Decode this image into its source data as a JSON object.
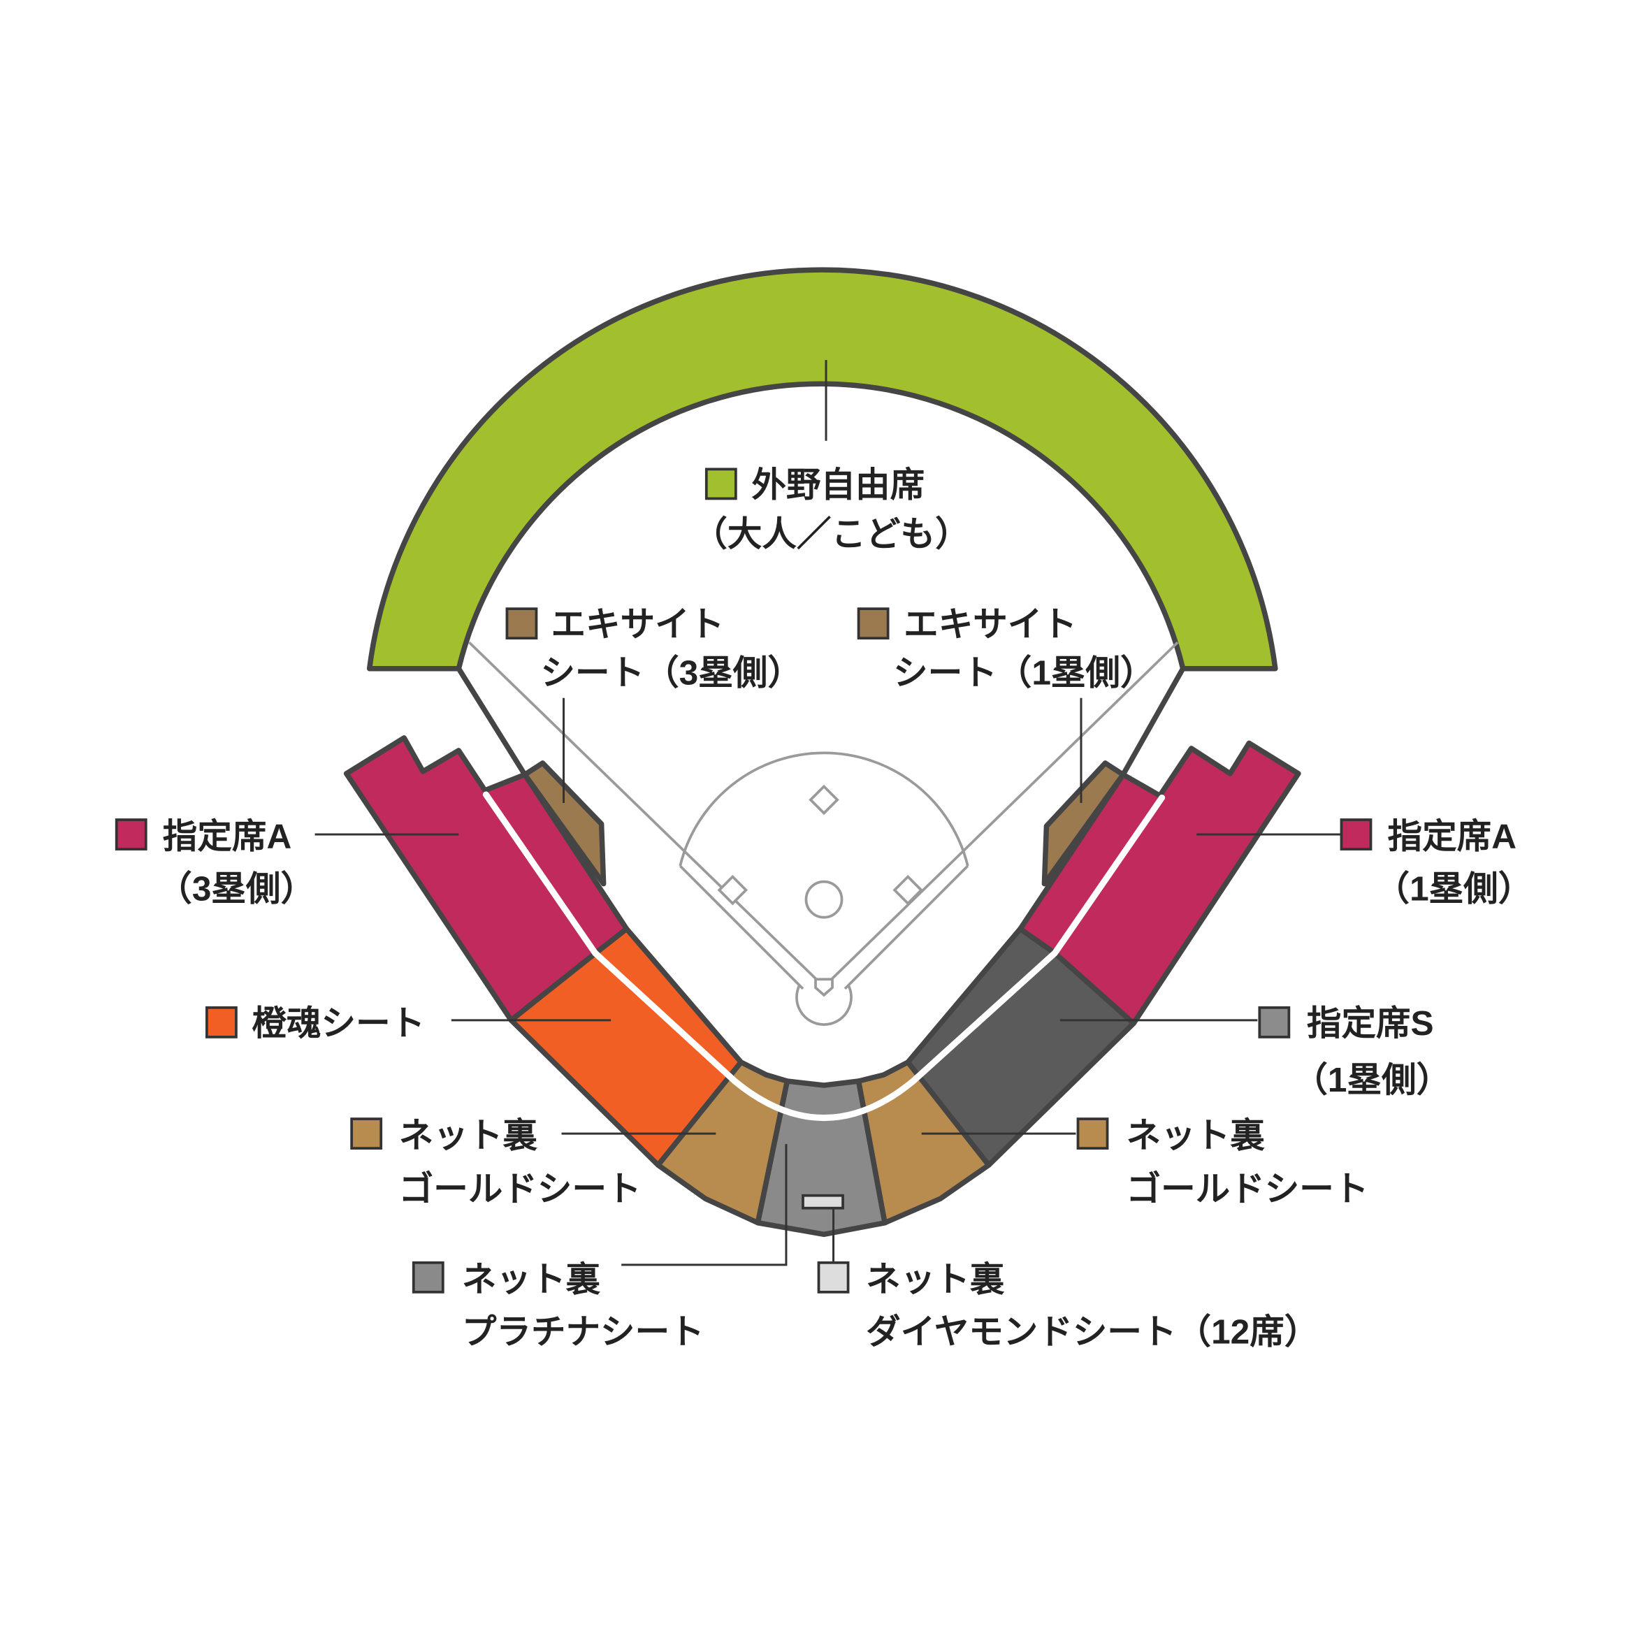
{
  "sections": {
    "outfield_free": {
      "label": "外野自由席",
      "sublabel": "（大人／こども）",
      "color": "#a2bf2e"
    },
    "excite_3b": {
      "label": "エキサイト",
      "sublabel": "シート（3塁側）",
      "color": "#9c7a4f"
    },
    "excite_1b": {
      "label": "エキサイト",
      "sublabel": "シート（1塁側）",
      "color": "#9c7a4f"
    },
    "reserved_a_3b": {
      "label": "指定席A",
      "sublabel": "（3塁側）",
      "color": "#c12a5c"
    },
    "reserved_a_1b": {
      "label": "指定席A",
      "sublabel": "（1塁側）",
      "color": "#c12a5c"
    },
    "orange_seat": {
      "label": "橙魂シート",
      "color": "#f15f24"
    },
    "reserved_s_1b": {
      "label": "指定席S",
      "sublabel": "（1塁側）",
      "color": "#5b5b5b",
      "legend_color": "#8c8c8c"
    },
    "gold_3b": {
      "label": "ネット裏",
      "sublabel": "ゴールドシート",
      "color": "#b88c4f"
    },
    "gold_1b": {
      "label": "ネット裏",
      "sublabel": "ゴールドシート",
      "color": "#b88c4f"
    },
    "platinum": {
      "label": "ネット裏",
      "sublabel": "プラチナシート",
      "color": "#8a8a8a"
    },
    "diamond": {
      "label": "ネット裏",
      "sublabel": "ダイヤモンドシート（12席）",
      "color": "#dddddd"
    }
  }
}
